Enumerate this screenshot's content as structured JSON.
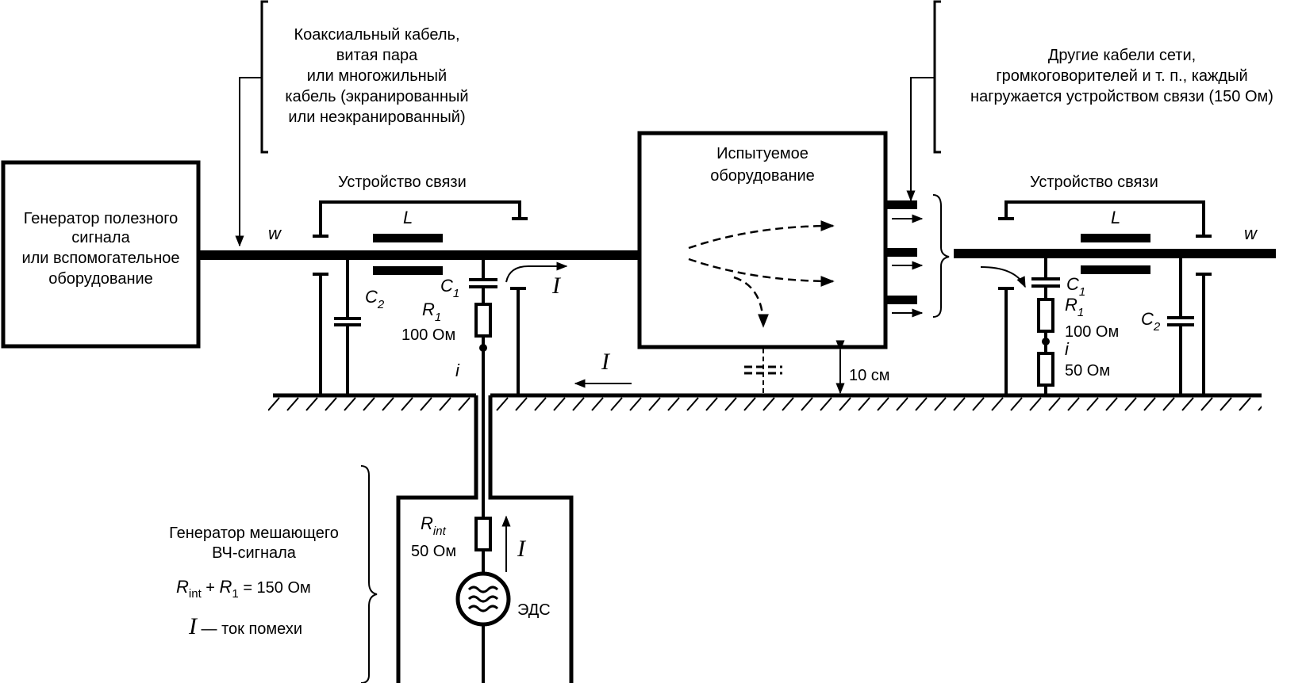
{
  "annotations": {
    "cable_types": [
      "Коаксиальный кабель,",
      "витая пара",
      "или многожильный",
      "кабель (экранированный",
      "или неэкранированный)"
    ],
    "other_cables": [
      "Другие кабели сети,",
      "громкоговорителей и т. п., каждый",
      "нагружается устройством связи (150 Ом)"
    ]
  },
  "signal_generator": {
    "label": [
      "Генератор полезного",
      "сигнала",
      "или вспомогательное",
      "оборудование"
    ]
  },
  "eut": {
    "label": [
      "Испытуемое",
      "оборудование"
    ],
    "height_above_ground": "10 см"
  },
  "left_coupler": {
    "title": "Устройство связи",
    "wire_label": "w",
    "inductor": "L",
    "c1": "C",
    "c1_sub": "1",
    "c2": "C",
    "c2_sub": "2",
    "r1": "R",
    "r1_sub": "1",
    "r1_value": "100 Ом",
    "current_small": "i",
    "current": "I"
  },
  "right_coupler": {
    "title": "Устройство связи",
    "wire_label": "w",
    "inductor": "L",
    "c1": "C",
    "c1_sub": "1",
    "c2": "C",
    "c2_sub": "2",
    "r1": "R",
    "r1_sub": "1",
    "r1_value": "100 Ом",
    "current_small": "i",
    "r_load_value": "50 Ом"
  },
  "rf_generator": {
    "description": [
      "Генератор мешающего",
      "ВЧ-сигнала"
    ],
    "equation_r": "R",
    "equation_int": "int",
    "equation_plus": " + ",
    "equation_r1": "R",
    "equation_1": "1",
    "equation_rest": " = 150 Ом",
    "legend_symbol": "I",
    "legend_text": " — ток помехи",
    "rint": "R",
    "rint_sub": "int",
    "rint_value": "50 Ом",
    "emf": "ЭДС",
    "current": "I"
  }
}
